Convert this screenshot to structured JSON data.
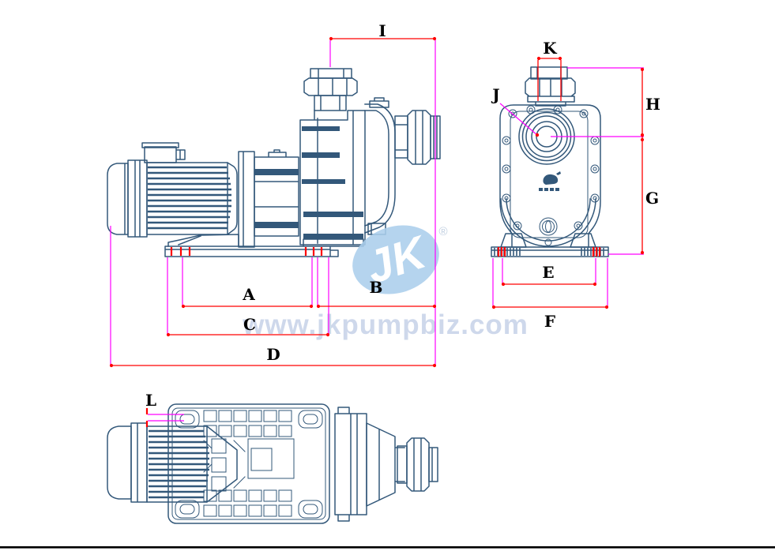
{
  "drawing": {
    "dimension_labels": {
      "A": "A",
      "B": "B",
      "C": "C",
      "D": "D",
      "E": "E",
      "F": "F",
      "G": "G",
      "H": "H",
      "I": "I",
      "J": "J",
      "K": "K",
      "L": "L"
    }
  },
  "watermark": {
    "url_text": "www.jkpumpbiz.com",
    "logo_text": "JK",
    "registered_mark": "®"
  },
  "colors": {
    "drawing_line": "#33587a",
    "dimension_line": "#ff0000",
    "extension_line": "#ff00ff",
    "label_text": "#000000",
    "watermark_text": "#c8d3e9",
    "watermark_logo_fill": "#abcfec",
    "bottom_border": "#000000"
  }
}
